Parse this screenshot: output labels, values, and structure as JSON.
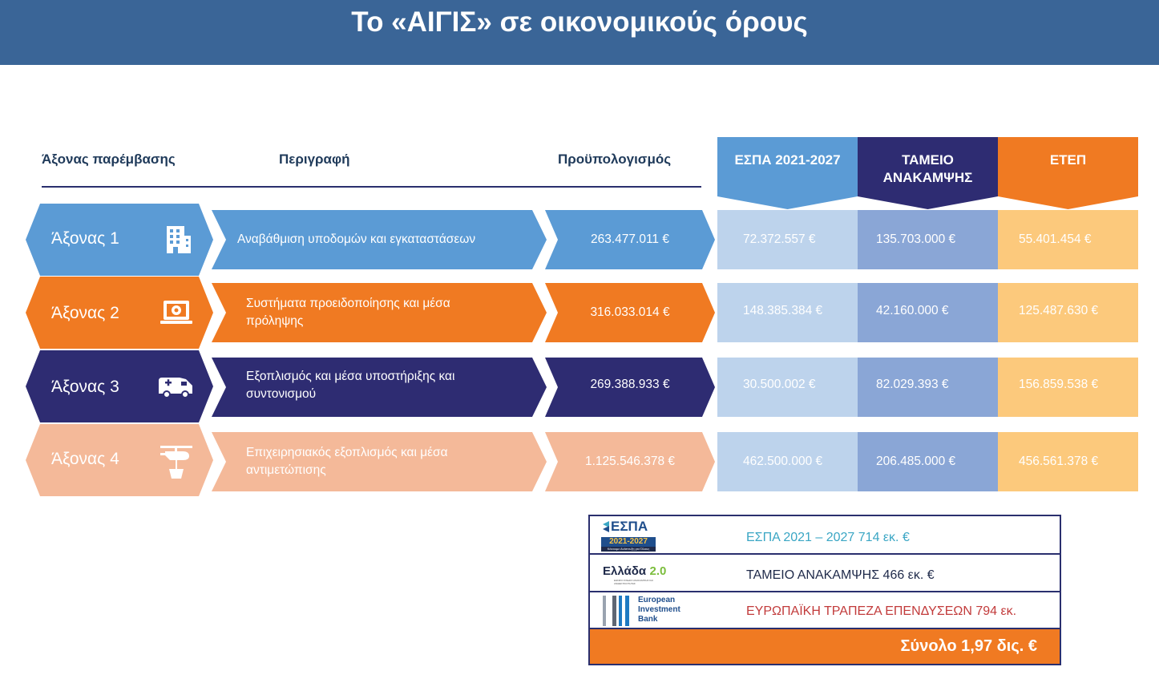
{
  "title": "Το «ΑΙΓΙΣ» σε οικονομικούς όρους",
  "columns": {
    "axis": "Άξονας παρέμβασης",
    "description": "Περιγραφή",
    "budget": "Προϋπολογισμός"
  },
  "funds": [
    {
      "label": "ΕΣΠΑ 2021-2027",
      "color": "#5b9bd5"
    },
    {
      "label": "ΤΑΜΕΙΟ ΑΝΑΚΑΜΨΗΣ",
      "color": "#2e2c72"
    },
    {
      "label": "ΕΤΕΠ",
      "color": "#f07a22"
    }
  ],
  "rows": [
    {
      "axis": "Άξονας 1",
      "icon": "building-icon",
      "description": "Αναβάθμιση υποδομών και εγκαταστάσεων",
      "budget": "263.477.011 €",
      "espa": "72.372.557 €",
      "recovery": "135.703.000 €",
      "eib": "55.401.454 €",
      "color": "#5b9bd5"
    },
    {
      "axis": "Άξονας 2",
      "icon": "monitor-alert-icon",
      "description": "Συστήματα προειδοποίησης και μέσα πρόληψης",
      "budget": "316.033.014 €",
      "espa": "148.385.384 €",
      "recovery": "42.160.000 €",
      "eib": "125.487.630 €",
      "color": "#f07a22"
    },
    {
      "axis": "Άξονας 3",
      "icon": "ambulance-icon",
      "description": "Εξοπλισμός και μέσα υποστήριξης και συντονισμού",
      "budget": "269.388.933 €",
      "espa": "30.500.002 €",
      "recovery": "82.029.393 €",
      "eib": "156.859.538 €",
      "color": "#2e2c72"
    },
    {
      "axis": "Άξονας 4",
      "icon": "helicopter-icon",
      "description": "Επιχειρησιακός εξοπλισμός και μέσα αντιμετώπισης",
      "budget": "1.125.546.378 €",
      "espa": "462.500.000 €",
      "recovery": "206.485.000 €",
      "eib": "456.561.378 €",
      "color": "#f4b999"
    }
  ],
  "legend": {
    "espa_logo": {
      "name": "ΕΣΠΑ",
      "years": "2021-2027",
      "tagline": "Κάνουμε Ανάπτυξη για Όλους"
    },
    "greece_logo": {
      "name": "Ελλάδα",
      "version": "2.0",
      "tagline": "ΕΘΝΙΚΟ ΣΧΕΔΙΟ ΑΝΑΚΑΜΨΗΣ ΚΑΙ ΑΝΘΕΚΤΙΚΟΤΗΤΑΣ"
    },
    "eib_logo": {
      "line1": "European",
      "line2": "Investment",
      "line3": "Bank"
    },
    "espa_text": "ΕΣΠΑ 2021 – 2027 714 εκ. €",
    "recovery_text": "ΤΑΜΕΙΟ ΑΝΑΚΑΜΨΗΣ 466 εκ. €",
    "eib_text": "ΕΥΡΩΠΑΪΚΗ ΤΡΑΠΕΖΑ ΕΠΕΝΔΥΣΕΩΝ  794 εκ.",
    "total": "Σύνολο 1,97 δις. €",
    "colors": {
      "espa": "#3aa6c4",
      "recovery": "#1f2a4a",
      "eib": "#c23b3b"
    }
  }
}
